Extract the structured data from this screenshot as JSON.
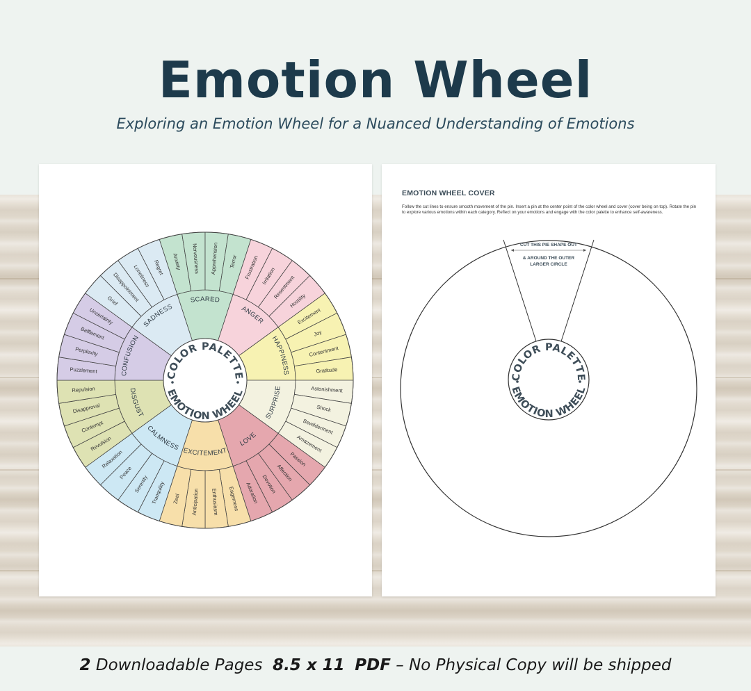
{
  "header": {
    "title": "Emotion Wheel",
    "subtitle": "Exploring an Emotion Wheel for a Nuanced Understanding of Emotions"
  },
  "colors": {
    "title": "#1d3a4b",
    "background": "#eef3f0",
    "wheel_outline": "#444444"
  },
  "wheel": {
    "center_top_text": "COLOR PALETTE",
    "center_bottom_text": "EMOTION WHEEL",
    "categories": [
      {
        "name": "SCARED",
        "color": "#c3e3cf",
        "emotions": [
          "Anxiety",
          "Nervousness",
          "Apprehension",
          "Terror"
        ]
      },
      {
        "name": "ANGER",
        "color": "#f7d3db",
        "emotions": [
          "Frustration",
          "Irritation",
          "Resentment",
          "Hostility"
        ]
      },
      {
        "name": "HAPPINESS",
        "color": "#f7f2b2",
        "emotions": [
          "Excitement",
          "Joy",
          "Contentment",
          "Gratitude"
        ]
      },
      {
        "name": "SURPRISE",
        "color": "#f3f2e0",
        "emotions": [
          "Astonishment",
          "Shock",
          "Bewilderment",
          "Amazement"
        ]
      },
      {
        "name": "LOVE",
        "color": "#e5a7ae",
        "emotions": [
          "Passion",
          "Affection",
          "Devotion",
          "Adoration"
        ]
      },
      {
        "name": "EXCITEMENT",
        "color": "#f7dfaa",
        "emotions": [
          "Eagerness",
          "Enthusiasm",
          "Anticipation",
          "Zeal"
        ]
      },
      {
        "name": "CALMNESS",
        "color": "#cde8f4",
        "emotions": [
          "Tranquility",
          "Serenity",
          "Peace",
          "Relaxation"
        ]
      },
      {
        "name": "DISGUST",
        "color": "#dee2b3",
        "emotions": [
          "Revulsion",
          "Contempt",
          "Disapproval",
          "Repulsion"
        ]
      },
      {
        "name": "CONFUSION",
        "color": "#d5cce6",
        "emotions": [
          "Puzzlement",
          "Perplexity",
          "Bafflement",
          "Uncertainty"
        ]
      },
      {
        "name": "SADNESS",
        "color": "#dbeaf3",
        "emotions": [
          "Grief",
          "Disappointment",
          "Loneliness",
          "Regret"
        ]
      }
    ]
  },
  "cover": {
    "title": "EMOTION WHEEL COVER",
    "instructions": "Follow the cut lines to ensure smooth movement of the pin. Insert a pin at the center point of the color wheel and cover (cover being on top). Rotate the pin to explore various emotions within each category. Reflect on your emotions and engage with the color palette to enhance self-awareness.",
    "cut_label_1": "CUT THIS PIE SHAPE OUT",
    "cut_label_2": "& AROUND THE OUTER",
    "cut_label_3": "LARGER CIRCLE",
    "center_top_text": "COLOR PALETTE",
    "center_bottom_text": "EMOTION WHEEL"
  },
  "footer": {
    "count": "2",
    "pages_text": "Downloadable Pages",
    "size": "8.5 x 11",
    "format": "PDF",
    "note": "– No Physical Copy will be shipped"
  }
}
